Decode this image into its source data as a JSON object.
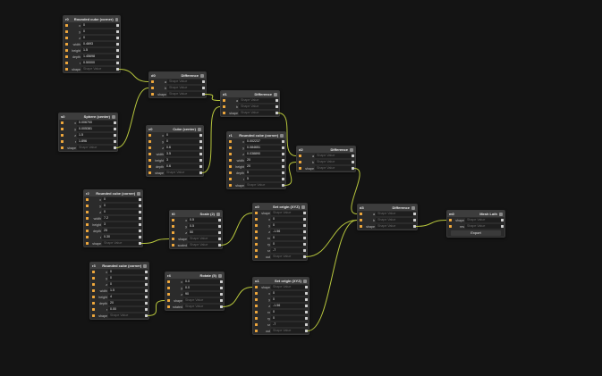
{
  "nodes": {
    "n0": {
      "id": "r0",
      "title": "Rounded cube (corner)",
      "rows": [
        {
          "l": "x",
          "v": "0"
        },
        {
          "l": "y",
          "v": "0"
        },
        {
          "l": "z",
          "v": "0"
        },
        {
          "l": "width",
          "v": "0.4693"
        },
        {
          "l": "height",
          "v": "1.5"
        },
        {
          "l": "depth",
          "v": "1.45698"
        },
        {
          "l": "r",
          "v": "0.50000"
        },
        {
          "l": "shape",
          "v": "Shape Value",
          "ph": true,
          "out": true
        }
      ]
    },
    "n1": {
      "id": "s0",
      "title": "Sphere (center)",
      "rows": [
        {
          "l": "x",
          "v": "0.006700"
        },
        {
          "l": "y",
          "v": "0.005381"
        },
        {
          "l": "z",
          "v": "1.5"
        },
        {
          "l": "r",
          "v": "1.896"
        },
        {
          "l": "shape",
          "v": "Shape Value",
          "ph": true,
          "out": true
        }
      ]
    },
    "n2": {
      "id": "d0",
      "title": "Difference",
      "rows": [
        {
          "l": "a",
          "v": "Shape Value",
          "ph": true
        },
        {
          "l": "b",
          "v": "Shape Value",
          "ph": true
        },
        {
          "l": "shape",
          "v": "Shape Value",
          "ph": true,
          "out": true
        }
      ]
    },
    "n3": {
      "id": "c0",
      "title": "Cube (center)",
      "rows": [
        {
          "l": "x",
          "v": "0"
        },
        {
          "l": "y",
          "v": "0"
        },
        {
          "l": "z",
          "v": "0.6"
        },
        {
          "l": "width",
          "v": "3.5"
        },
        {
          "l": "height",
          "v": "3"
        },
        {
          "l": "depth",
          "v": "0.6"
        },
        {
          "l": "shape",
          "v": "Shape Value",
          "ph": true,
          "out": true
        }
      ]
    },
    "n4": {
      "id": "d1",
      "title": "Difference",
      "rows": [
        {
          "l": "a",
          "v": "Shape Value",
          "ph": true
        },
        {
          "l": "b",
          "v": "Shape Value",
          "ph": true
        },
        {
          "l": "shape",
          "v": "Shape Value",
          "ph": true,
          "out": true
        }
      ]
    },
    "n5": {
      "id": "r1",
      "title": "Rounded cube (corner)",
      "rows": [
        {
          "l": "x",
          "v": "0.002237"
        },
        {
          "l": "y",
          "v": "0.084651"
        },
        {
          "l": "z",
          "v": "0.038890"
        },
        {
          "l": "width",
          "v": "20"
        },
        {
          "l": "height",
          "v": "20"
        },
        {
          "l": "depth",
          "v": "5"
        },
        {
          "l": "r",
          "v": "5"
        },
        {
          "l": "shape",
          "v": "Shape Value",
          "ph": true,
          "out": true
        }
      ]
    },
    "n6": {
      "id": "d2",
      "title": "Difference",
      "rows": [
        {
          "l": "a",
          "v": "Shape Value",
          "ph": true
        },
        {
          "l": "b",
          "v": "Shape Value",
          "ph": true
        },
        {
          "l": "shape",
          "v": "Shape Value",
          "ph": true,
          "out": true
        }
      ]
    },
    "n7": {
      "id": "r2",
      "title": "Rounded cube (corner)",
      "rows": [
        {
          "l": "x",
          "v": "0"
        },
        {
          "l": "y",
          "v": "0"
        },
        {
          "l": "z",
          "v": "0"
        },
        {
          "l": "width",
          "v": "7.2"
        },
        {
          "l": "height",
          "v": "3"
        },
        {
          "l": "depth",
          "v": "25"
        },
        {
          "l": "r",
          "v": "0.30"
        },
        {
          "l": "shape",
          "v": "Shape Value",
          "ph": true,
          "out": true
        }
      ]
    },
    "n8": {
      "id": "t0",
      "title": "Scale (2)",
      "rows": [
        {
          "l": "x",
          "v": "0.5"
        },
        {
          "l": "y",
          "v": "0.5"
        },
        {
          "l": "z",
          "v": "50"
        },
        {
          "l": "shape",
          "v": "Shape Value",
          "ph": true
        },
        {
          "l": "scaled",
          "v": "Shape Value",
          "ph": true,
          "out": true
        }
      ]
    },
    "n9": {
      "id": "o0",
      "title": "Set origin (XYZ)",
      "rows": [
        {
          "l": "shape",
          "v": "Shape Value",
          "ph": true
        },
        {
          "l": "x",
          "v": "0"
        },
        {
          "l": "y",
          "v": "0"
        },
        {
          "l": "z",
          "v": "-1.56"
        },
        {
          "l": "rx",
          "v": "0"
        },
        {
          "l": "ry",
          "v": "0"
        },
        {
          "l": "rz",
          "v": "-7"
        },
        {
          "l": "out",
          "v": "Shape Value",
          "ph": true,
          "out": true
        }
      ]
    },
    "n10": {
      "id": "r3",
      "title": "Rounded cube (corner)",
      "rows": [
        {
          "l": "x",
          "v": "0"
        },
        {
          "l": "y",
          "v": "0"
        },
        {
          "l": "z",
          "v": "0"
        },
        {
          "l": "width",
          "v": "1.5"
        },
        {
          "l": "height",
          "v": "4"
        },
        {
          "l": "depth",
          "v": "20"
        },
        {
          "l": "r",
          "v": "0.00"
        },
        {
          "l": "shape",
          "v": "Shape Value",
          "ph": true,
          "out": true
        }
      ]
    },
    "n11": {
      "id": "r4",
      "title": "Rotate (5)",
      "rows": [
        {
          "l": "x",
          "v": "0.0"
        },
        {
          "l": "y",
          "v": "0.0"
        },
        {
          "l": "z",
          "v": "90"
        },
        {
          "l": "shape",
          "v": "Shape Value",
          "ph": true
        },
        {
          "l": "rotated",
          "v": "Shape Value",
          "ph": true,
          "out": true
        }
      ]
    },
    "n12": {
      "id": "o1",
      "title": "Set origin (XYZ)",
      "rows": [
        {
          "l": "shape",
          "v": "Shape Value",
          "ph": true
        },
        {
          "l": "x",
          "v": "0"
        },
        {
          "l": "y",
          "v": "0"
        },
        {
          "l": "z",
          "v": "-1.56"
        },
        {
          "l": "rx",
          "v": "0"
        },
        {
          "l": "ry",
          "v": "0"
        },
        {
          "l": "rz",
          "v": "-7"
        },
        {
          "l": "out",
          "v": "Shape Value",
          "ph": true,
          "out": true
        }
      ]
    },
    "n13": {
      "id": "d3",
      "title": "Difference",
      "rows": [
        {
          "l": "a",
          "v": "Shape Value",
          "ph": true
        },
        {
          "l": "b",
          "v": "Shape Value",
          "ph": true
        },
        {
          "l": "shape",
          "v": "Shape Value",
          "ph": true,
          "out": true
        }
      ]
    },
    "n14": {
      "id": "m0",
      "title": "Mesh Lath",
      "rows": [
        {
          "l": "shape",
          "v": "Shape Value",
          "ph": true
        },
        {
          "l": "res",
          "v": "Shape Value",
          "ph": true
        }
      ],
      "button": "Export"
    }
  },
  "colors": {
    "wire": "#b7c63d",
    "pin": "#f0a83c",
    "background": "#141414"
  }
}
